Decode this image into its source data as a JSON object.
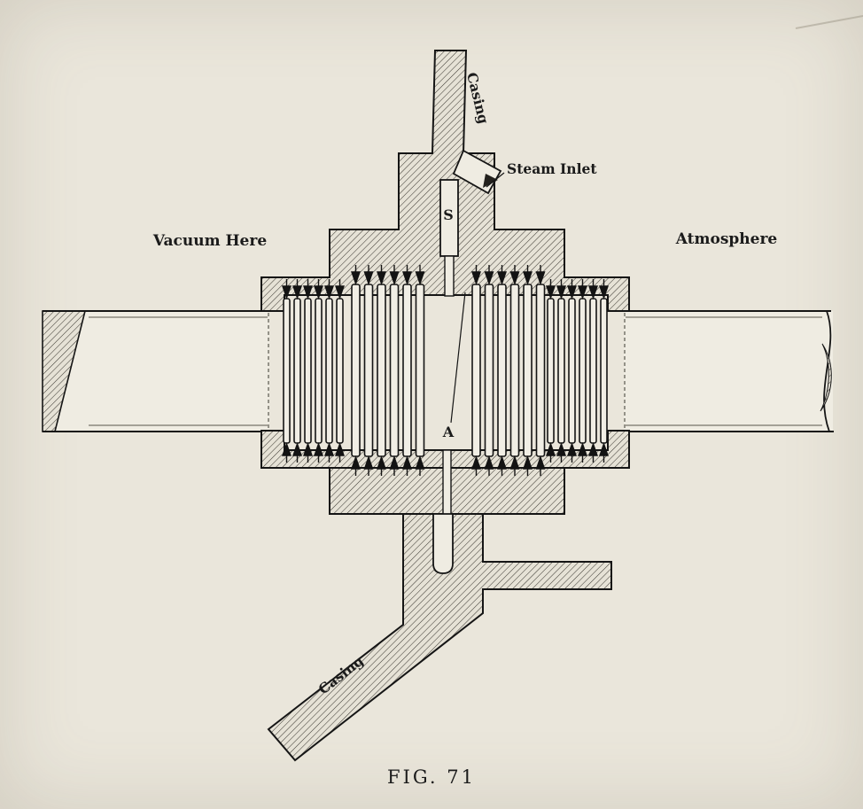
{
  "figure": {
    "caption": "FIG. 71",
    "labels": {
      "casing_top": "Casing",
      "steam_inlet": "Steam Inlet",
      "steam_chamber": "S",
      "vacuum": "Vacuum Here",
      "atmosphere": "Atmosphere",
      "chamber_a": "A",
      "casing_bottom": "Casing"
    },
    "colors": {
      "paper": "#eae6db",
      "ink": "#151515",
      "hatch_bg": "#e6e2d6",
      "metal_light": "#efece2"
    }
  }
}
